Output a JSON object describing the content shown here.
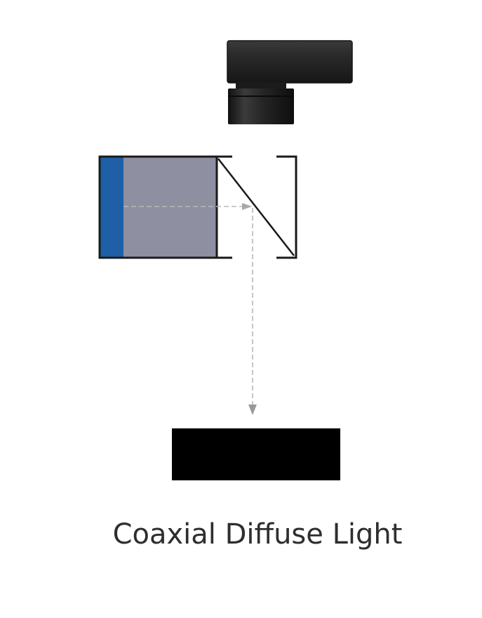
{
  "caption": "Coaxial Diffuse Light",
  "colors": {
    "background": "#ffffff",
    "camera_body": "#222222",
    "led_panel": "#1f5fa6",
    "diffuser": "#8e8fa0",
    "housing_outline": "#1a1a1a",
    "light_path": "#b5b5b5",
    "target_object": "#000000",
    "caption_text": "#2e2e2e"
  },
  "components": [
    {
      "name": "camera",
      "icon": "camera-icon"
    },
    {
      "name": "coaxial-light-housing",
      "icon": "light-housing-icon"
    },
    {
      "name": "beam-splitter",
      "icon": "beam-splitter-icon"
    },
    {
      "name": "light-path",
      "icon": "dashed-arrow-icon"
    },
    {
      "name": "target-object",
      "icon": "rectangle-icon"
    }
  ]
}
